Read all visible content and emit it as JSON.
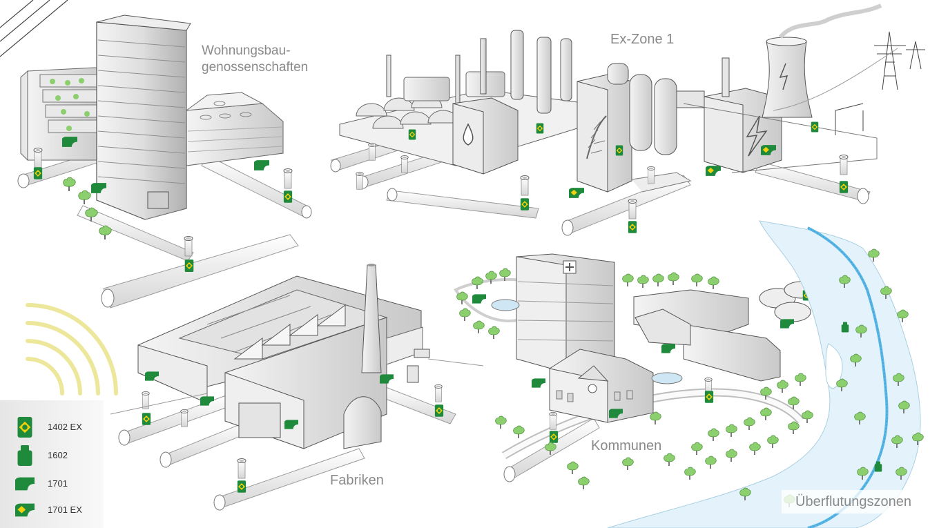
{
  "zones": {
    "wohnungsbau_line1": "Wohnungsbau-",
    "wohnungsbau_line2": "genossenschaften",
    "ex_zone": "Ex-Zone 1",
    "fabriken": "Fabriken",
    "kommunen": "Kommunen",
    "ueberflutung": "Überflutungszonen"
  },
  "legend": {
    "items": [
      {
        "label": "1402 EX",
        "icon": "sensor-ex-icon"
      },
      {
        "label": "1602",
        "icon": "sensor-capsule-icon"
      },
      {
        "label": "1701",
        "icon": "sensor-housing-icon"
      },
      {
        "label": "1701 EX",
        "icon": "sensor-housing-ex-icon"
      }
    ]
  },
  "colors": {
    "sensor_green": "#1f8a3c",
    "sensor_yellow": "#f2d10b",
    "tree_green": "#8ccf6e",
    "river_blue": "#58b6e6",
    "river_bank": "#e4f3fb",
    "signal_yellow": "#ece79a",
    "building_grey": "#d9d9d9",
    "pipe_grey": "#efefef",
    "outline": "#555555"
  }
}
